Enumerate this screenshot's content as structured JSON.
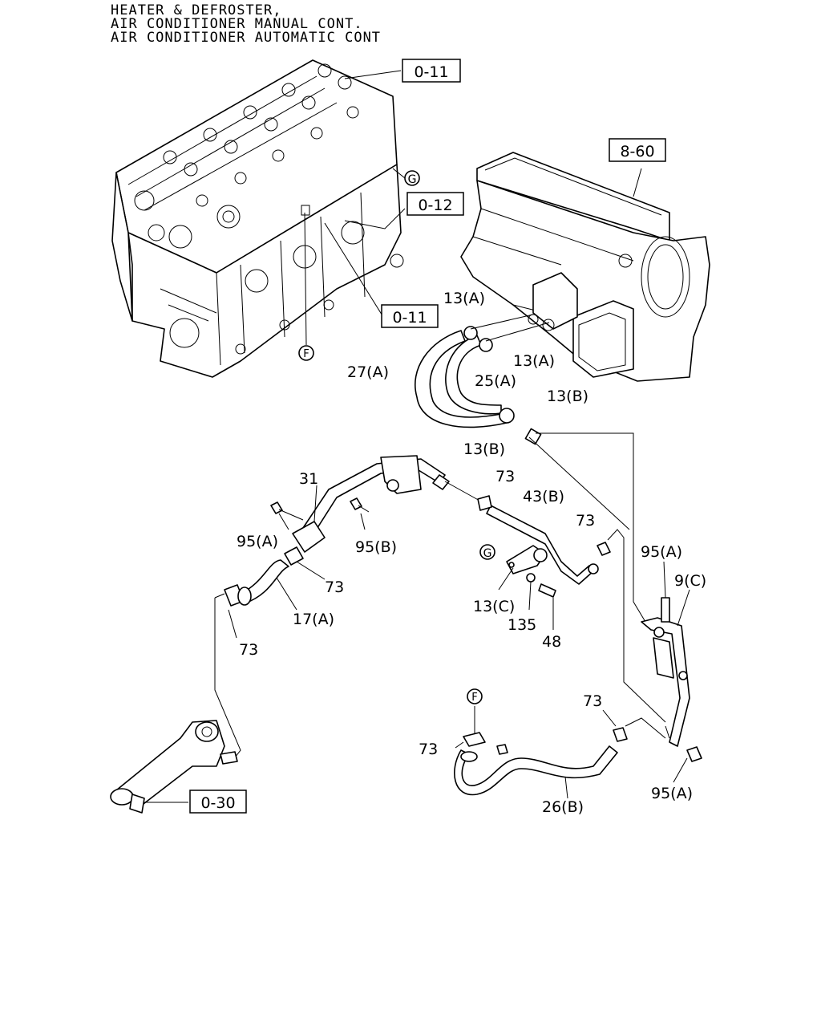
{
  "title": {
    "line1": "HEATER & DEFROSTER,",
    "line2": "AIR CONDITIONER MANUAL CONT.",
    "line3": "AIR CONDITIONER AUTOMATIC CONT"
  },
  "refs": {
    "engine_head": "0-11",
    "engine_block": "0-12",
    "engine_lower": "0-11",
    "heater_unit": "8-60",
    "thermostat": "0-30"
  },
  "markers": {
    "g_top": "G",
    "f_top": "F",
    "g_mid": "G",
    "f_bottom": "F"
  },
  "labels": {
    "p13a_top": "13(A)",
    "p13a_right": "13(A)",
    "p27a": "27(A)",
    "p25a": "25(A)",
    "p13b_upper": "13(B)",
    "p13b_lower": "13(B)",
    "p31": "31",
    "p73_a": "73",
    "p43b": "43(B)",
    "p73_b": "73",
    "p95a_left": "95(A)",
    "p95b": "95(B)",
    "p73_c": "73",
    "p17a": "17(A)",
    "p73_d": "73",
    "p13c": "13(C)",
    "p135": "135",
    "p48": "48",
    "p95a_right": "95(A)",
    "p9c": "9(C)",
    "p73_e": "73",
    "p73_f": "73",
    "p26b": "26(B)",
    "p95a_bottom": "95(A)"
  }
}
